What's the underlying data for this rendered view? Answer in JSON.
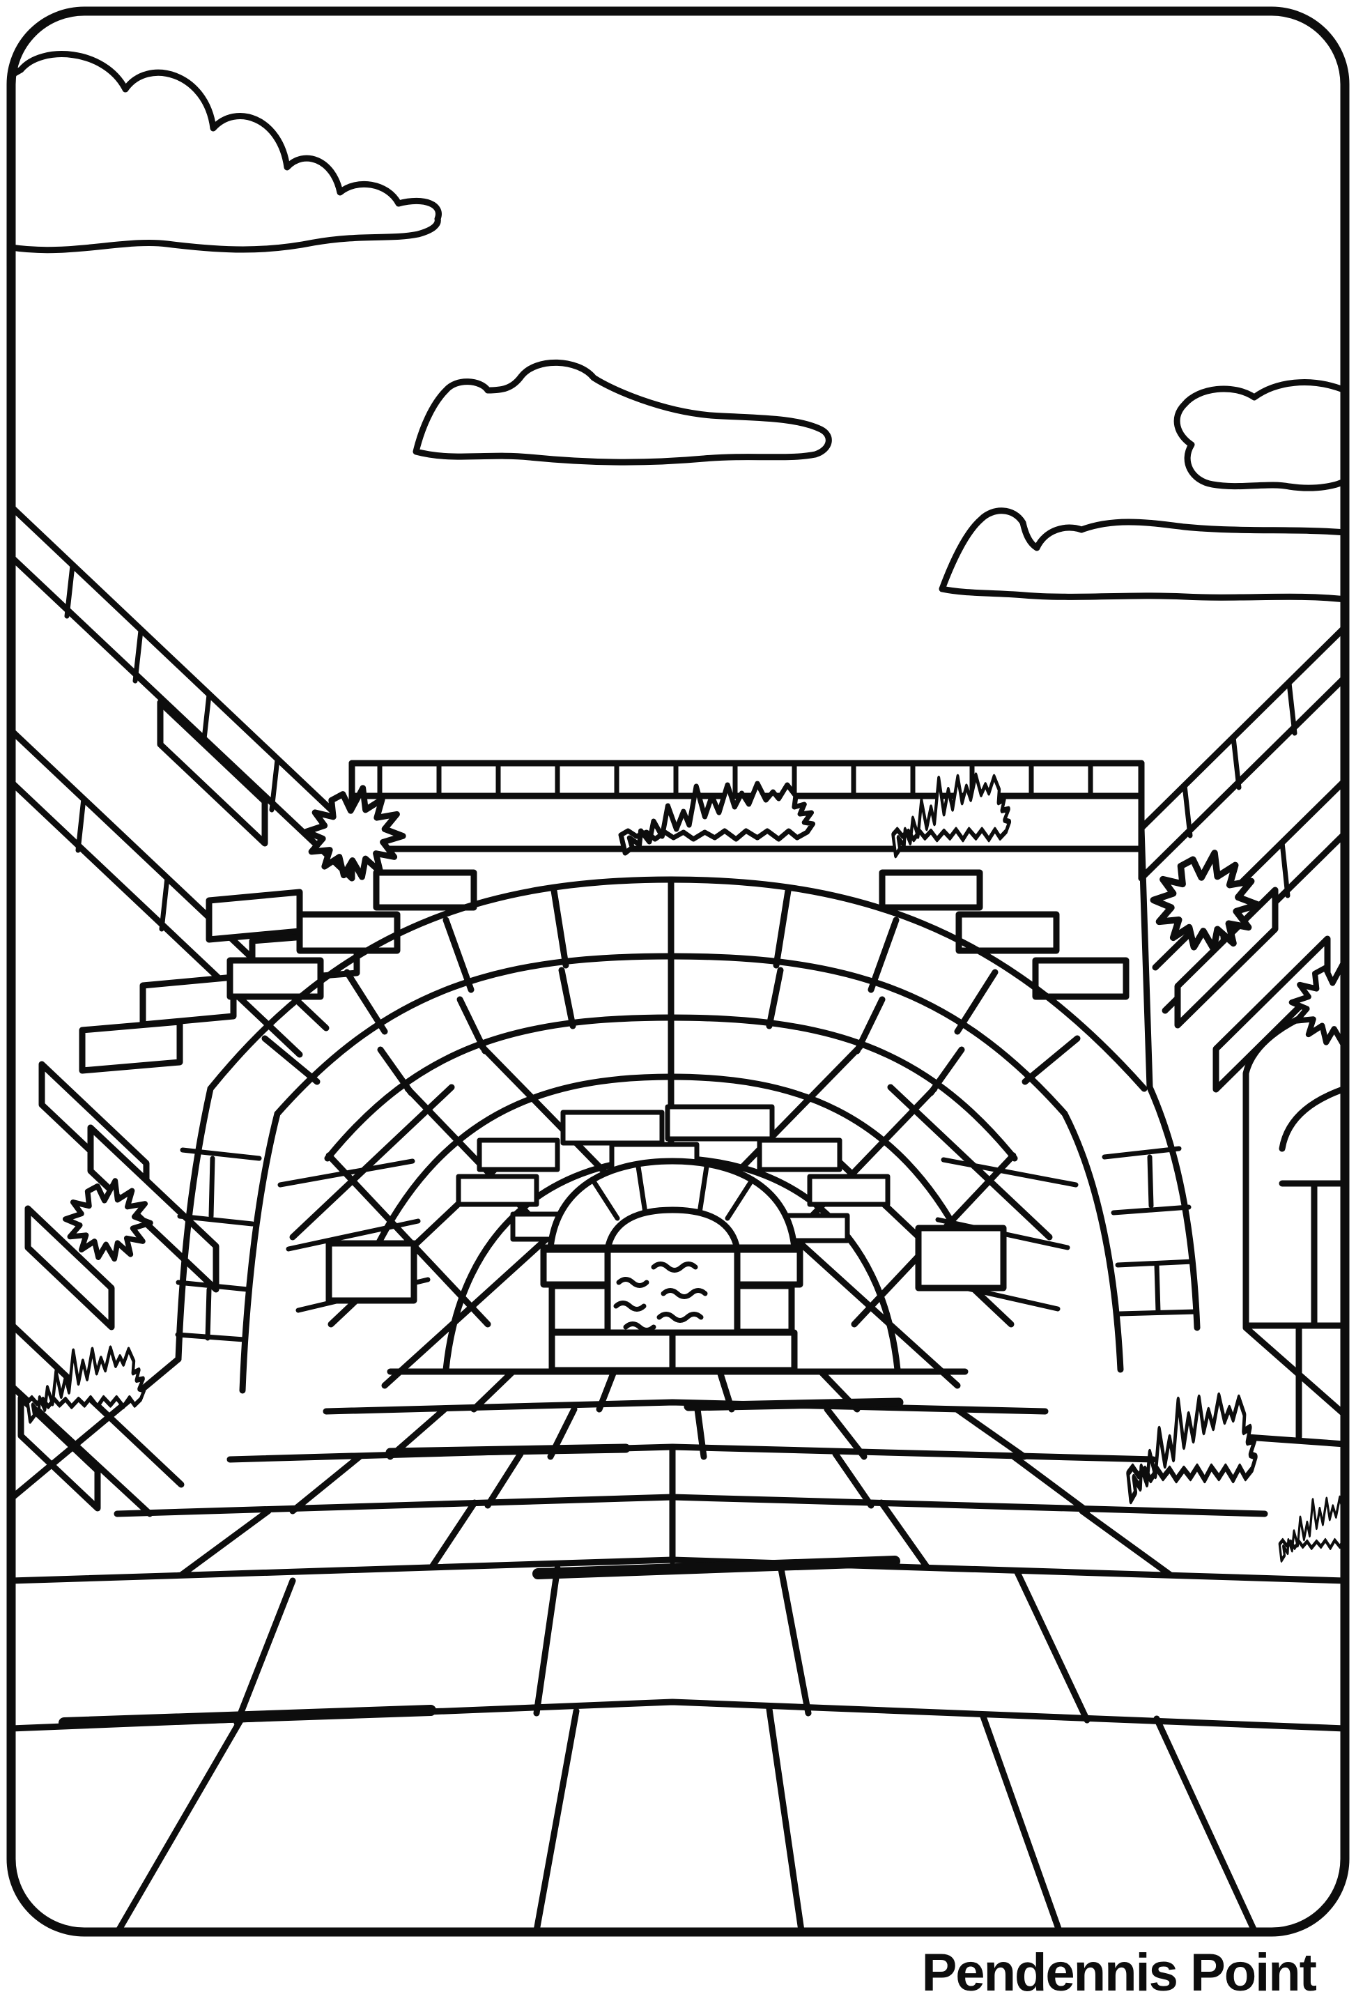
{
  "page": {
    "title": "Pendennis Point",
    "kind": "coloring-page"
  },
  "theme": {
    "ink": "#0d0d0d",
    "paper": "#ffffff"
  },
  "scene": {
    "elements": [
      "rounded-frame-border",
      "cloud-top-left",
      "cloud-center",
      "cloud-right",
      "cloud-top-right",
      "left-brick-wall",
      "right-brick-wall",
      "stone-lintel-brick-course",
      "great-stone-arch",
      "vault-ribs",
      "inner-chamber-back-wall",
      "arched-sea-window",
      "water-wave-lines",
      "flagstone-floor",
      "grass-tufts"
    ],
    "clouds_count": 4,
    "grass_tufts_count": 9,
    "water_wave_lines_count": 6
  }
}
